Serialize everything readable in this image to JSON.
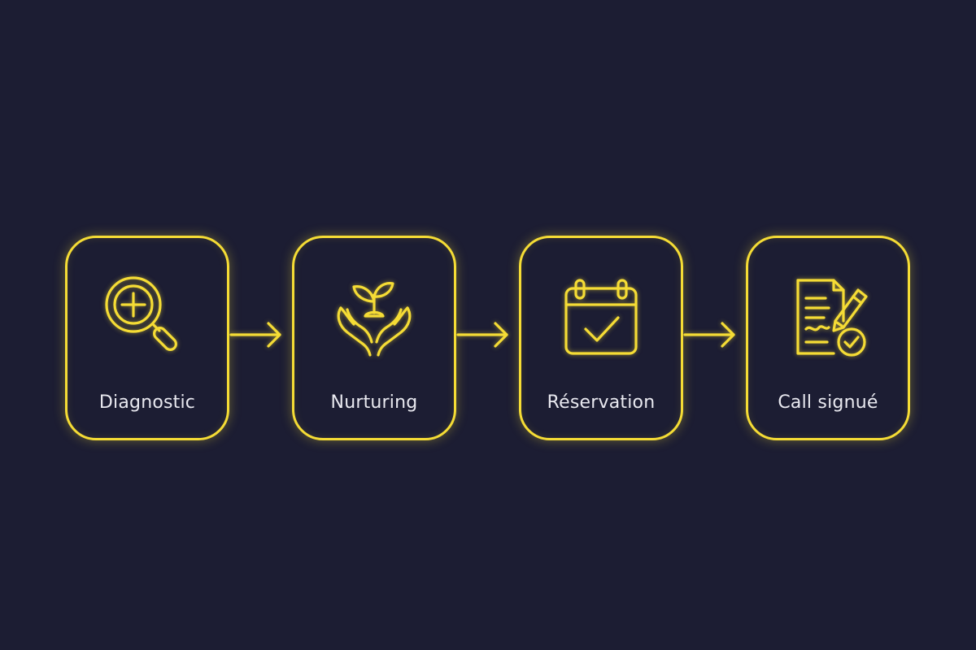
{
  "accent_color": "#f5dc35",
  "background_color": "#1c1d33",
  "steps": [
    {
      "label": "Diagnostic",
      "icon": "magnifier-plus-icon"
    },
    {
      "label": "Nurturing",
      "icon": "hands-sprout-icon"
    },
    {
      "label": "Réservation",
      "icon": "calendar-check-icon"
    },
    {
      "label": "Call signué",
      "icon": "contract-signed-icon"
    }
  ]
}
